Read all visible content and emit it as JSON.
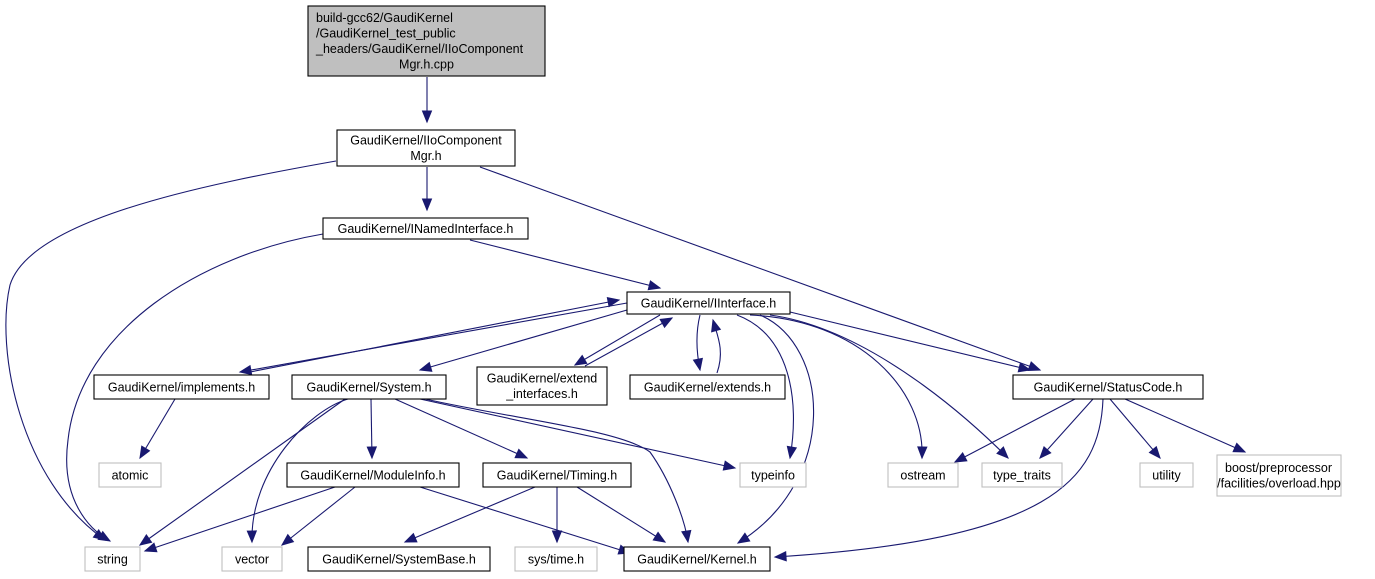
{
  "colors": {
    "edge": "#191970",
    "root_fill": "#bfbfbf",
    "node_border": "#000000",
    "system_node_border": "#bfbfbf"
  },
  "nodes": [
    {
      "id": "root",
      "lines": [
        "build-gcc62/GaudiKernel",
        "/GaudiKernel_test_public",
        "_headers/GaudiKernel/IIoComponent",
        "Mgr.h.cpp"
      ],
      "kind": "root"
    },
    {
      "id": "iiocm",
      "lines": [
        "GaudiKernel/IIoComponent",
        "Mgr.h"
      ],
      "kind": "local"
    },
    {
      "id": "inamed",
      "lines": [
        "GaudiKernel/INamedInterface.h"
      ],
      "kind": "local"
    },
    {
      "id": "iinterface",
      "lines": [
        "GaudiKernel/IInterface.h"
      ],
      "kind": "local"
    },
    {
      "id": "implements",
      "lines": [
        "GaudiKernel/implements.h"
      ],
      "kind": "local"
    },
    {
      "id": "system",
      "lines": [
        "GaudiKernel/System.h"
      ],
      "kind": "local"
    },
    {
      "id": "extend_if",
      "lines": [
        "GaudiKernel/extend",
        "_interfaces.h"
      ],
      "kind": "local"
    },
    {
      "id": "extends",
      "lines": [
        "GaudiKernel/extends.h"
      ],
      "kind": "local"
    },
    {
      "id": "statuscode",
      "lines": [
        "GaudiKernel/StatusCode.h"
      ],
      "kind": "local"
    },
    {
      "id": "atomic",
      "lines": [
        "atomic"
      ],
      "kind": "system"
    },
    {
      "id": "moduleinfo",
      "lines": [
        "GaudiKernel/ModuleInfo.h"
      ],
      "kind": "local"
    },
    {
      "id": "timing",
      "lines": [
        "GaudiKernel/Timing.h"
      ],
      "kind": "local"
    },
    {
      "id": "typeinfo",
      "lines": [
        "typeinfo"
      ],
      "kind": "system"
    },
    {
      "id": "ostream",
      "lines": [
        "ostream"
      ],
      "kind": "system"
    },
    {
      "id": "type_traits",
      "lines": [
        "type_traits"
      ],
      "kind": "system"
    },
    {
      "id": "utility",
      "lines": [
        "utility"
      ],
      "kind": "system"
    },
    {
      "id": "boost_overload",
      "lines": [
        "boost/preprocessor",
        "/facilities/overload.hpp"
      ],
      "kind": "system"
    },
    {
      "id": "string",
      "lines": [
        "string"
      ],
      "kind": "system"
    },
    {
      "id": "vector",
      "lines": [
        "vector"
      ],
      "kind": "system"
    },
    {
      "id": "systembase",
      "lines": [
        "GaudiKernel/SystemBase.h"
      ],
      "kind": "local"
    },
    {
      "id": "systime",
      "lines": [
        "sys/time.h"
      ],
      "kind": "system"
    },
    {
      "id": "kernel",
      "lines": [
        "GaudiKernel/Kernel.h"
      ],
      "kind": "local"
    }
  ],
  "edges": [
    [
      "root",
      "iiocm"
    ],
    [
      "iiocm",
      "inamed"
    ],
    [
      "iiocm",
      "string"
    ],
    [
      "iiocm",
      "statuscode"
    ],
    [
      "inamed",
      "iinterface"
    ],
    [
      "inamed",
      "string"
    ],
    [
      "iinterface",
      "implements"
    ],
    [
      "implements",
      "iinterface"
    ],
    [
      "iinterface",
      "system"
    ],
    [
      "iinterface",
      "extend_if"
    ],
    [
      "extend_if",
      "iinterface"
    ],
    [
      "iinterface",
      "extends"
    ],
    [
      "extends",
      "iinterface"
    ],
    [
      "iinterface",
      "typeinfo"
    ],
    [
      "iinterface",
      "kernel"
    ],
    [
      "iinterface",
      "ostream"
    ],
    [
      "iinterface",
      "type_traits"
    ],
    [
      "iinterface",
      "statuscode"
    ],
    [
      "implements",
      "atomic"
    ],
    [
      "system",
      "moduleinfo"
    ],
    [
      "system",
      "timing"
    ],
    [
      "system",
      "string"
    ],
    [
      "system",
      "vector"
    ],
    [
      "system",
      "typeinfo"
    ],
    [
      "system",
      "kernel"
    ],
    [
      "moduleinfo",
      "string"
    ],
    [
      "moduleinfo",
      "vector"
    ],
    [
      "moduleinfo",
      "kernel"
    ],
    [
      "timing",
      "systembase"
    ],
    [
      "timing",
      "systime"
    ],
    [
      "timing",
      "kernel"
    ],
    [
      "statuscode",
      "ostream"
    ],
    [
      "statuscode",
      "type_traits"
    ],
    [
      "statuscode",
      "utility"
    ],
    [
      "statuscode",
      "boost_overload"
    ],
    [
      "statuscode",
      "kernel"
    ]
  ]
}
